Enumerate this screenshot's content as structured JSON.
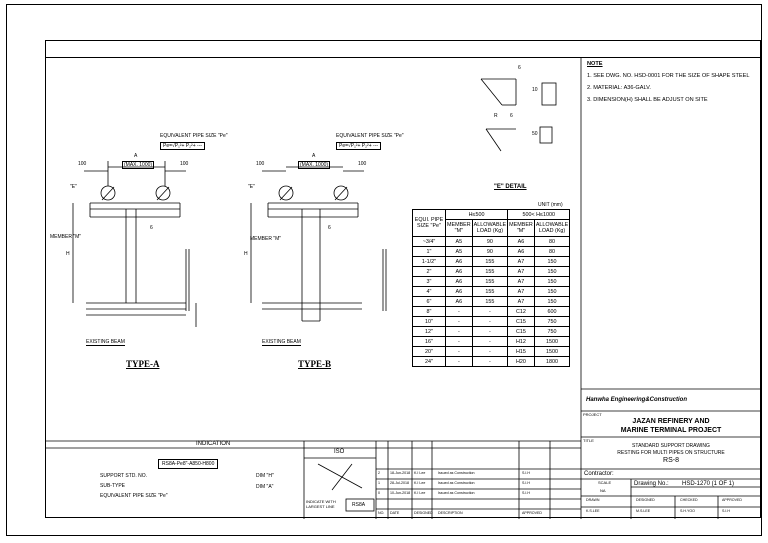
{
  "notes": {
    "title": "NOTE",
    "items": [
      "1. SEE DWG. NO. HSD-0001 FOR THE SIZE OF SHAPE STEEL",
      "2. MATERIAL: A36-GALV.",
      "3. DIMENSION(H) SHALL BE ADJUST ON SITE"
    ]
  },
  "type_a": {
    "label": "TYPE-A",
    "equiv_pipe": "EQUIVALENT PIPE SIZE \"Pe\"",
    "formula": "Pe=√P₁²+ P₂²+ ---",
    "dim_a": "A",
    "dim_max": "(MAX. 1000)",
    "dim_100_left": "100",
    "dim_100_right": "100",
    "ref_e": "\"E\"",
    "member": "MEMBER \"M\"",
    "weld": "6",
    "dim_h": "H",
    "beam": "EXISTING BEAM"
  },
  "type_b": {
    "label": "TYPE-B",
    "equiv_pipe": "EQUIVALENT PIPE SIZE \"Pe\"",
    "formula": "Pe=√P₁²+ P₂²+ ---",
    "dim_a": "A",
    "dim_max": "(MAX. 1000)",
    "dim_100_left": "100",
    "dim_100_right": "100",
    "ref_e": "\"E\"",
    "member": "MEMBER \"M\"",
    "weld": "6",
    "dim_h": "H",
    "beam": "EXISTING BEAM"
  },
  "detail": {
    "label": "\"E\" DETAIL",
    "weld_6a": "6",
    "weld_6b": "6",
    "r": "R",
    "d1": "10",
    "d2": "50"
  },
  "load_table": {
    "unit": "UNIT (mm)",
    "col_equiv": "EQUI. PIPE SIZE \"Pe\"",
    "range1": "H≤500",
    "range2": "500< H≤1000",
    "member": "MEMBER \"M\"",
    "allow": "ALLOWABLE LOAD (Kg)",
    "rows": [
      [
        "~3/4\"",
        "A5",
        "90",
        "A6",
        "80"
      ],
      [
        "1\"",
        "A5",
        "90",
        "A6",
        "80"
      ],
      [
        "1-1/2\"",
        "A6",
        "155",
        "A7",
        "150"
      ],
      [
        "2\"",
        "A6",
        "155",
        "A7",
        "150"
      ],
      [
        "3\"",
        "A6",
        "155",
        "A7",
        "150"
      ],
      [
        "4\"",
        "A6",
        "155",
        "A7",
        "150"
      ],
      [
        "6\"",
        "A6",
        "155",
        "A7",
        "150"
      ],
      [
        "8\"",
        "-",
        "-",
        "C12",
        "600"
      ],
      [
        "10\"",
        "-",
        "-",
        "C15",
        "750"
      ],
      [
        "12\"",
        "-",
        "-",
        "C15",
        "750"
      ],
      [
        "16\"",
        "-",
        "-",
        "H12",
        "1500"
      ],
      [
        "20\"",
        "-",
        "-",
        "H15",
        "1500"
      ],
      [
        "24\"",
        "-",
        "-",
        "H20",
        "1800"
      ]
    ]
  },
  "indication": {
    "title": "INDICATION",
    "code": "RS8A-Pe8\"-A850-H800",
    "support_std": "SUPPORT STD. NO.",
    "subtype": "SUB-TYPE",
    "equiv": "EQUIVALENT PIPE SIZE \"Pe\"",
    "dim_h": "DIM \"H\"",
    "dim_a": "DIM \"A\""
  },
  "iso": {
    "title": "ISO",
    "indicate": "INDICATE WITH LARGEST LINE",
    "tag": "RS8A"
  },
  "revisions": {
    "rows": [
      [
        "2",
        "18-Jun-2018",
        "K.I Lee",
        "Issued as Construction",
        "S.I.H"
      ],
      [
        "1",
        "28-Jul-2018",
        "K.I Lee",
        "Issued as Construction",
        "S.I.H"
      ],
      [
        "0",
        "10-Jun-2018",
        "K.I Lee",
        "Issued as Construction",
        "S.I.H"
      ]
    ],
    "headers": [
      "NO.",
      "DATE",
      "DESIGNED",
      "DESCRIPTION",
      "APPROVED"
    ]
  },
  "title_block": {
    "company": "Hanwha Engineering&Construction",
    "project_lbl": "PROJECT",
    "project_l1": "JAZAN REFINERY AND",
    "project_l2": "MARINE TERMINAL PROJECT",
    "title_lbl": "TITLE",
    "title_l1": "STANDARD SUPPORT DRAWING",
    "title_l2": "RESTING FOR MULTI PIPES ON STRUCTURE",
    "title_l3": "RS-8",
    "contractor": "Contractor:",
    "scale_lbl": "SCALE",
    "scale_val": "NA",
    "drawing_no_lbl": "Drawing No.:",
    "drawing_no": "HSD-1270 (1 OF 1)",
    "sign_hdr": [
      "DRAWN",
      "DESIGNED",
      "CHECKED",
      "APPROVED"
    ],
    "sign_val": [
      "K.S.LEE",
      "M.S.LEE",
      "S.H.YOO",
      "S.I.H"
    ]
  }
}
